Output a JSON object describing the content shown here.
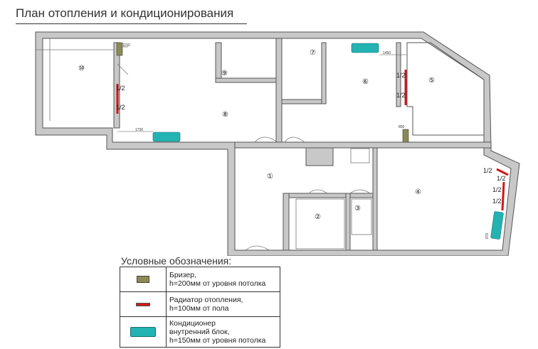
{
  "title": "План отопления и кондиционирования",
  "rooms": [
    "①",
    "②",
    "③",
    "④",
    "⑤",
    "⑥",
    "⑦",
    "⑧",
    "⑨",
    "⑩"
  ],
  "radiator_label": "1/2",
  "dimensions": {
    "d1": "1450",
    "d2": "1150",
    "d3": "1730",
    "d4": "800",
    "d5": "870"
  },
  "legend": {
    "title": "Условные обозначения:",
    "items": [
      {
        "name": "breezer",
        "line1": "Бризер,",
        "line2": "h=200мм от уровня потолка",
        "line3": ""
      },
      {
        "name": "radiator",
        "line1": "Радиатор отопления,",
        "line2": "h=100мм от пола",
        "line3": ""
      },
      {
        "name": "ac",
        "line1": "Кондиционер",
        "line2": "внутренний блок,",
        "line3": "h=150мм от уровня потолка"
      }
    ]
  },
  "colors": {
    "wall": "#c8c8c8",
    "wall_edge": "#555555",
    "breezer": "#8b8a52",
    "radiator": "#d01818",
    "ac": "#23b3b3"
  }
}
